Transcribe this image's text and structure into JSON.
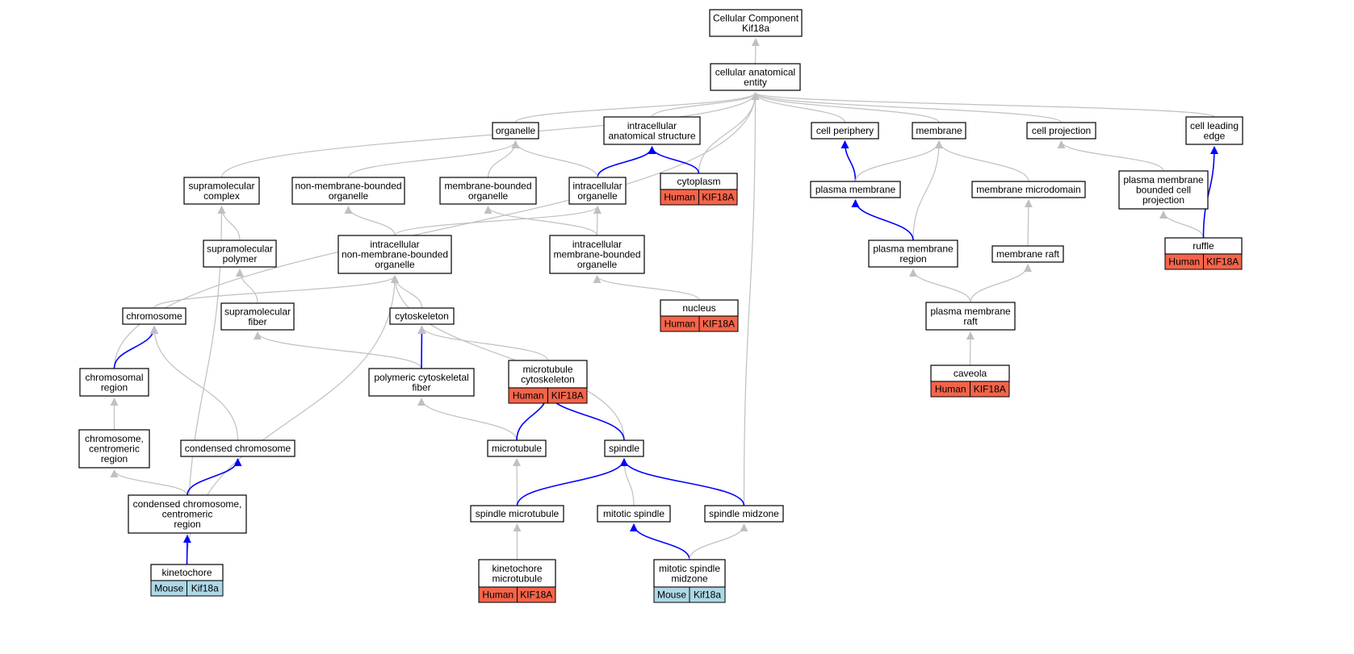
{
  "colors": {
    "is_a_edge": "#c0c0c0",
    "part_of_edge": "#0000ff",
    "human_cell": "#f4644a",
    "mouse_cell": "#add8e6",
    "node_border": "#000000"
  },
  "nodes": {
    "root": [
      "Cellular Component",
      "Kif18a"
    ],
    "cae": [
      "cellular anatomical",
      "entity"
    ],
    "organelle": [
      "organelle"
    ],
    "ias": [
      "intracellular",
      "anatomical structure"
    ],
    "cellper": [
      "cell periphery"
    ],
    "membrane": [
      "membrane"
    ],
    "cellproj": [
      "cell projection"
    ],
    "cle": [
      "cell leading",
      "edge"
    ],
    "smc": [
      "supramolecular",
      "complex"
    ],
    "nmbo": [
      "non-membrane-bounded",
      "organelle"
    ],
    "mbo": [
      "membrane-bounded",
      "organelle"
    ],
    "io": [
      "intracellular",
      "organelle"
    ],
    "cytoplasm": [
      "cytoplasm"
    ],
    "pm": [
      "plasma membrane"
    ],
    "mmd": [
      "membrane microdomain"
    ],
    "pmbcp": [
      "plasma membrane",
      "bounded cell",
      "projection"
    ],
    "smp": [
      "supramolecular",
      "polymer"
    ],
    "inmbo": [
      "intracellular",
      "non-membrane-bounded",
      "organelle"
    ],
    "imbo": [
      "intracellular",
      "membrane-bounded",
      "organelle"
    ],
    "pmr": [
      "plasma membrane",
      "region"
    ],
    "mraft": [
      "membrane raft"
    ],
    "ruffle": [
      "ruffle"
    ],
    "chromosome": [
      "chromosome"
    ],
    "smf": [
      "supramolecular",
      "fiber"
    ],
    "cytoskeleton": [
      "cytoskeleton"
    ],
    "nucleus": [
      "nucleus"
    ],
    "pmraft": [
      "plasma membrane",
      "raft"
    ],
    "chrreg": [
      "chromosomal",
      "region"
    ],
    "pcf": [
      "polymeric cytoskeletal",
      "fiber"
    ],
    "mtcs": [
      "microtubule",
      "cytoskeleton"
    ],
    "caveola": [
      "caveola"
    ],
    "ccr": [
      "chromosome,",
      "centromeric",
      "region"
    ],
    "condchr": [
      "condensed chromosome"
    ],
    "microtubule": [
      "microtubule"
    ],
    "spindle": [
      "spindle"
    ],
    "ccc": [
      "condensed chromosome,",
      "centromeric",
      "region"
    ],
    "smt": [
      "spindle microtubule"
    ],
    "mitsp": [
      "mitotic spindle"
    ],
    "spmid": [
      "spindle midzone"
    ],
    "kinetochore": [
      "kinetochore"
    ],
    "kmt": [
      "kinetochore",
      "microtubule"
    ],
    "msm": [
      "mitotic spindle",
      "midzone"
    ]
  },
  "annotations": {
    "cytoplasm": [
      "Human",
      "KIF18A"
    ],
    "ruffle": [
      "Human",
      "KIF18A"
    ],
    "nucleus": [
      "Human",
      "KIF18A"
    ],
    "mtcs": [
      "Human",
      "KIF18A"
    ],
    "caveola": [
      "Human",
      "KIF18A"
    ],
    "kinetochore": [
      "Mouse",
      "Kif18a"
    ],
    "kmt": [
      "Human",
      "KIF18A"
    ],
    "msm": [
      "Mouse",
      "Kif18a"
    ]
  },
  "edges": [
    {
      "from": "cae",
      "to": "root",
      "relation": "is_a"
    },
    {
      "from": "organelle",
      "to": "cae",
      "relation": "is_a"
    },
    {
      "from": "ias",
      "to": "cae",
      "relation": "is_a"
    },
    {
      "from": "cellper",
      "to": "cae",
      "relation": "is_a"
    },
    {
      "from": "membrane",
      "to": "cae",
      "relation": "is_a"
    },
    {
      "from": "cellproj",
      "to": "cae",
      "relation": "is_a"
    },
    {
      "from": "cle",
      "to": "cae",
      "relation": "is_a"
    },
    {
      "from": "smc",
      "to": "cae",
      "relation": "is_a"
    },
    {
      "from": "cytoplasm",
      "to": "cae",
      "relation": "is_a"
    },
    {
      "from": "chrreg",
      "to": "cae",
      "relation": "is_a"
    },
    {
      "from": "spmid",
      "to": "cae",
      "relation": "is_a"
    },
    {
      "from": "cytoplasm",
      "to": "ias",
      "relation": "part_of"
    },
    {
      "from": "io",
      "to": "ias",
      "relation": "part_of"
    },
    {
      "from": "nmbo",
      "to": "organelle",
      "relation": "is_a"
    },
    {
      "from": "mbo",
      "to": "organelle",
      "relation": "is_a"
    },
    {
      "from": "io",
      "to": "organelle",
      "relation": "is_a"
    },
    {
      "from": "pm",
      "to": "cellper",
      "relation": "part_of"
    },
    {
      "from": "pm",
      "to": "membrane",
      "relation": "is_a"
    },
    {
      "from": "pmr",
      "to": "membrane",
      "relation": "is_a"
    },
    {
      "from": "mmd",
      "to": "membrane",
      "relation": "is_a"
    },
    {
      "from": "pmr",
      "to": "pm",
      "relation": "part_of"
    },
    {
      "from": "mraft",
      "to": "mmd",
      "relation": "is_a"
    },
    {
      "from": "pmraft",
      "to": "pmr",
      "relation": "is_a"
    },
    {
      "from": "pmraft",
      "to": "mraft",
      "relation": "is_a"
    },
    {
      "from": "caveola",
      "to": "pmraft",
      "relation": "is_a"
    },
    {
      "from": "pmbcp",
      "to": "cellproj",
      "relation": "is_a"
    },
    {
      "from": "ruffle",
      "to": "pmbcp",
      "relation": "is_a"
    },
    {
      "from": "ruffle",
      "to": "cle",
      "relation": "part_of"
    },
    {
      "from": "smp",
      "to": "smc",
      "relation": "is_a"
    },
    {
      "from": "smf",
      "to": "smp",
      "relation": "is_a"
    },
    {
      "from": "kinetochore",
      "to": "smc",
      "relation": "is_a"
    },
    {
      "from": "inmbo",
      "to": "nmbo",
      "relation": "is_a"
    },
    {
      "from": "inmbo",
      "to": "io",
      "relation": "is_a"
    },
    {
      "from": "imbo",
      "to": "mbo",
      "relation": "is_a"
    },
    {
      "from": "imbo",
      "to": "io",
      "relation": "is_a"
    },
    {
      "from": "nucleus",
      "to": "imbo",
      "relation": "is_a"
    },
    {
      "from": "chromosome",
      "to": "inmbo",
      "relation": "is_a"
    },
    {
      "from": "cytoskeleton",
      "to": "inmbo",
      "relation": "is_a"
    },
    {
      "from": "spindle",
      "to": "inmbo",
      "relation": "is_a"
    },
    {
      "from": "kinetochore",
      "to": "inmbo",
      "relation": "is_a"
    },
    {
      "from": "chrreg",
      "to": "chromosome",
      "relation": "part_of"
    },
    {
      "from": "condchr",
      "to": "chromosome",
      "relation": "is_a"
    },
    {
      "from": "pcf",
      "to": "smf",
      "relation": "is_a"
    },
    {
      "from": "pcf",
      "to": "cytoskeleton",
      "relation": "part_of"
    },
    {
      "from": "mtcs",
      "to": "cytoskeleton",
      "relation": "is_a"
    },
    {
      "from": "ccr",
      "to": "chrreg",
      "relation": "is_a"
    },
    {
      "from": "ccc",
      "to": "ccr",
      "relation": "is_a"
    },
    {
      "from": "ccc",
      "to": "condchr",
      "relation": "part_of"
    },
    {
      "from": "kinetochore",
      "to": "ccc",
      "relation": "part_of"
    },
    {
      "from": "microtubule",
      "to": "pcf",
      "relation": "is_a"
    },
    {
      "from": "microtubule",
      "to": "mtcs",
      "relation": "part_of"
    },
    {
      "from": "spindle",
      "to": "mtcs",
      "relation": "part_of"
    },
    {
      "from": "smt",
      "to": "microtubule",
      "relation": "is_a"
    },
    {
      "from": "smt",
      "to": "spindle",
      "relation": "part_of"
    },
    {
      "from": "mitsp",
      "to": "spindle",
      "relation": "is_a"
    },
    {
      "from": "spmid",
      "to": "spindle",
      "relation": "part_of"
    },
    {
      "from": "kmt",
      "to": "smt",
      "relation": "is_a"
    },
    {
      "from": "msm",
      "to": "mitsp",
      "relation": "part_of"
    },
    {
      "from": "msm",
      "to": "spmid",
      "relation": "is_a"
    }
  ]
}
